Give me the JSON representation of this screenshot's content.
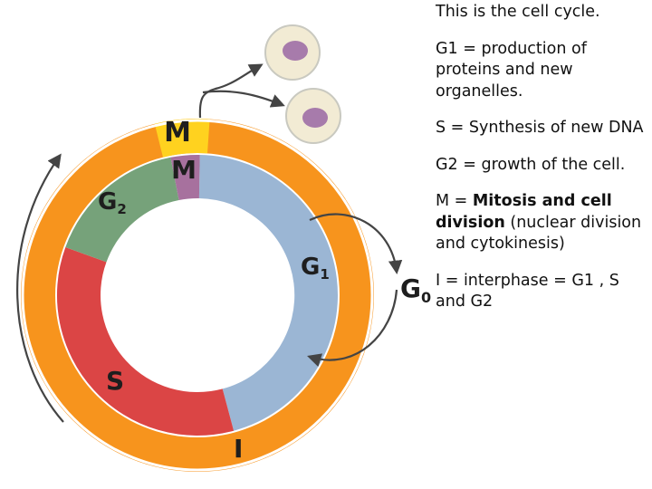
{
  "diagram": {
    "labels": {
      "m_outer": "M",
      "m_inner": "M",
      "g2": "G",
      "g2_sub": "2",
      "g1": "G",
      "g1_sub": "1",
      "s": "S",
      "i": "I",
      "g0": "G",
      "g0_sub": "0"
    },
    "colors": {
      "outer_ring": "#F7941D",
      "m_outer": "#FFD21F",
      "m_inner": "#A7719E",
      "g1": "#9BB6D4",
      "g2": "#76A27A",
      "s": "#DB4545",
      "cell_fill": "#F2EBD4",
      "nucleus": "#A77BAB",
      "arrow": "#444444"
    }
  },
  "notes": {
    "intro": "This is the cell cycle.",
    "g1": "G1 = production of proteins and new organelles.",
    "s": "S = Synthesis of new DNA",
    "g2": "G2 = growth of the cell.",
    "m_prefix": "M = ",
    "m_bold": "Mitosis and cell division",
    "m_rest": " (nuclear division and cytokinesis)",
    "i": "I = interphase = G1 , S and G2"
  }
}
